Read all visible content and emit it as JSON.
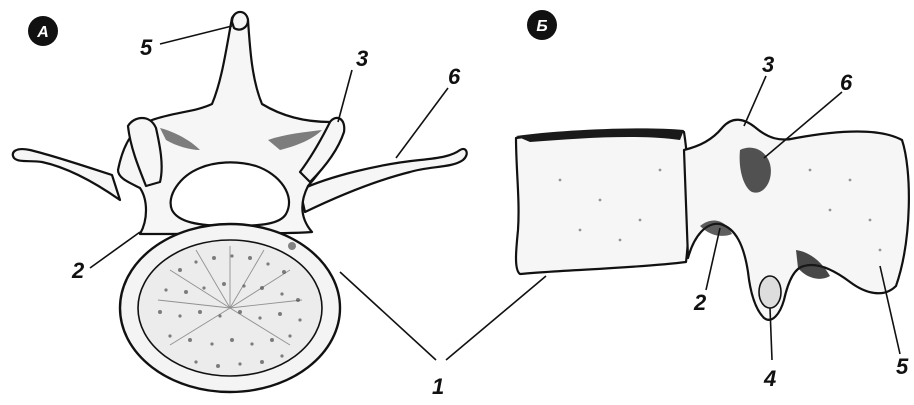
{
  "figure": {
    "panels": [
      {
        "id": "A",
        "badge": "А"
      },
      {
        "id": "B",
        "badge": "Б"
      }
    ],
    "labels_a": {
      "l5": "5",
      "l3": "3",
      "l6": "6",
      "l2": "2"
    },
    "labels_b": {
      "l3": "3",
      "l6": "6",
      "l2": "2",
      "l4": "4",
      "l5": "5"
    },
    "shared_label": "1",
    "colors": {
      "ink": "#111111",
      "bone": "#f6f6f6",
      "badge": "#111111"
    }
  }
}
